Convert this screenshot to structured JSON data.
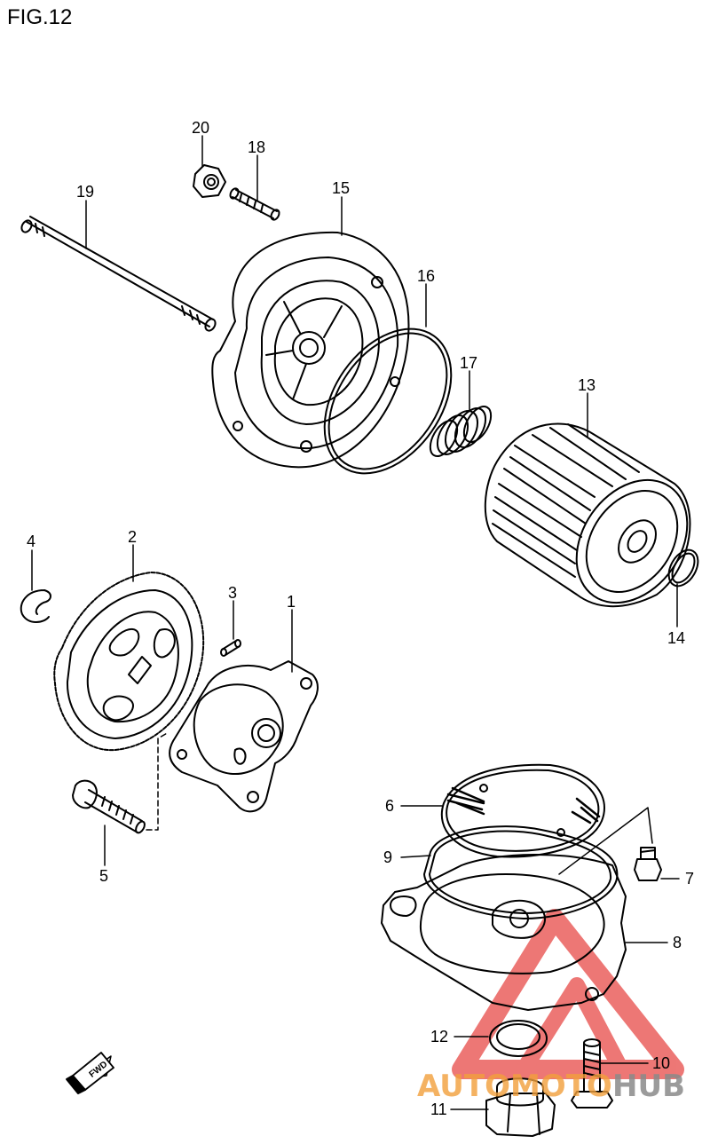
{
  "figure": {
    "title": "FIG.12"
  },
  "parts": [
    {
      "id": "p1",
      "number": "1",
      "name": "oil pump body"
    },
    {
      "id": "p2",
      "number": "2",
      "name": "oil pump gear"
    },
    {
      "id": "p3",
      "number": "3",
      "name": "pin"
    },
    {
      "id": "p4",
      "number": "4",
      "name": "circlip"
    },
    {
      "id": "p5",
      "number": "5",
      "name": "bolt"
    },
    {
      "id": "p6",
      "number": "6",
      "name": "oil strainer"
    },
    {
      "id": "p7",
      "number": "7",
      "name": "bolt"
    },
    {
      "id": "p8",
      "number": "8",
      "name": "oil pan"
    },
    {
      "id": "p9",
      "number": "9",
      "name": "o-ring"
    },
    {
      "id": "p10",
      "number": "10",
      "name": "bolt"
    },
    {
      "id": "p11",
      "number": "11",
      "name": "drain plug"
    },
    {
      "id": "p12",
      "number": "12",
      "name": "gasket"
    },
    {
      "id": "p13",
      "number": "13",
      "name": "oil filter"
    },
    {
      "id": "p14",
      "number": "14",
      "name": "o-ring"
    },
    {
      "id": "p15",
      "number": "15",
      "name": "filter cap"
    },
    {
      "id": "p16",
      "number": "16",
      "name": "o-ring"
    },
    {
      "id": "p17",
      "number": "17",
      "name": "spring"
    },
    {
      "id": "p18",
      "number": "18",
      "name": "stud"
    },
    {
      "id": "p19",
      "number": "19",
      "name": "stud"
    },
    {
      "id": "p20",
      "number": "20",
      "name": "nut"
    }
  ],
  "fwd_badge": {
    "text": "FWD"
  },
  "watermark": {
    "part1": "AUTOMOTO",
    "part2": "HUB",
    "color_red": "#e8524f",
    "color_orange": "#f2a03c",
    "color_gray": "#8a8a8a"
  }
}
